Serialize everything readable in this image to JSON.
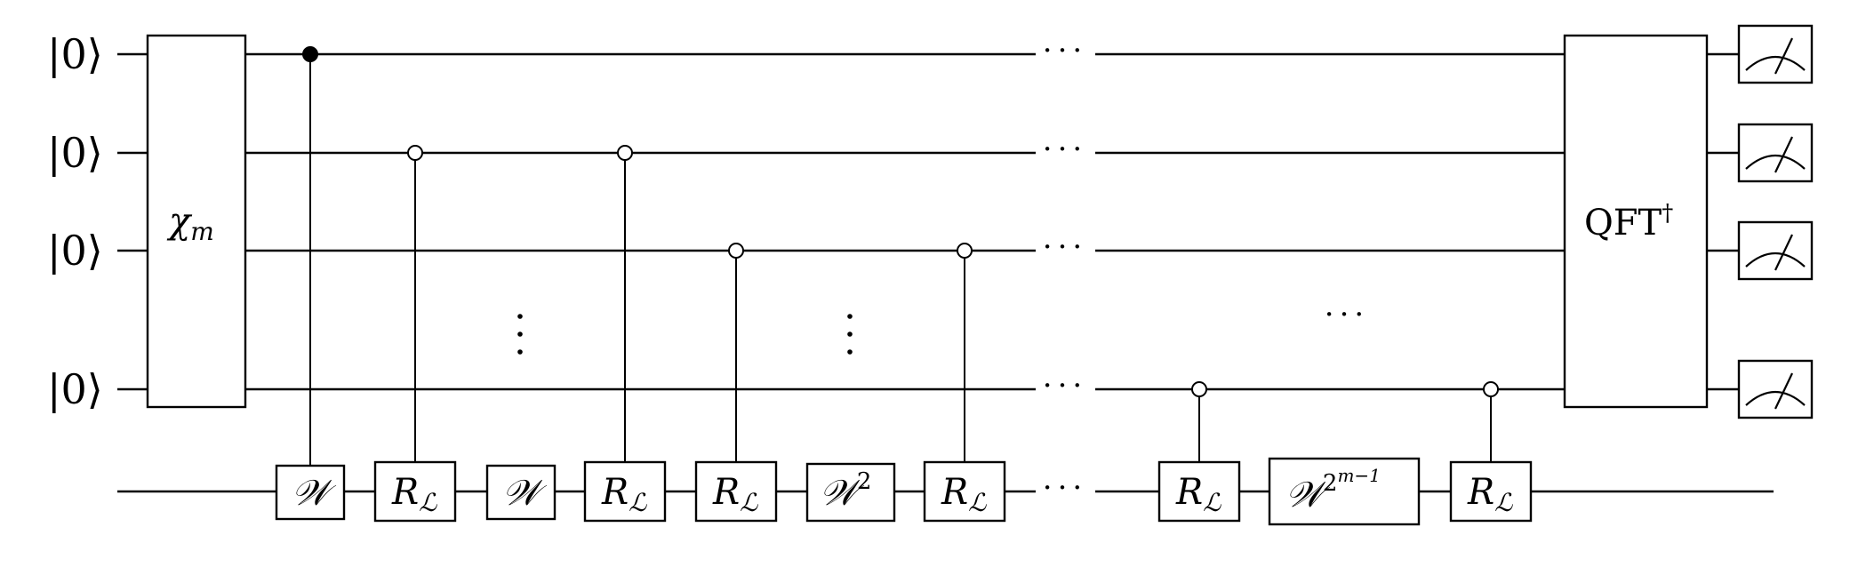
{
  "inputs": [
    "|0⟩",
    "|0⟩",
    "|0⟩",
    "|0⟩"
  ],
  "state_prep_gate": {
    "symbol": "χ",
    "subscript": "m"
  },
  "ancilla_gates": {
    "w1": "𝒲",
    "r1": "R",
    "r1_sub": "ℒ",
    "w2": "𝒲",
    "r2": "R",
    "r2_sub": "ℒ",
    "r3": "R",
    "r3_sub": "ℒ",
    "wsq": "𝒲",
    "wsq_sup": "2",
    "r4": "R",
    "r4_sub": "ℒ",
    "r5": "R",
    "r5_sub": "ℒ",
    "wlast": "𝒲",
    "wlast_sup": "2",
    "wlast_supsup": "m−1",
    "r6": "R",
    "r6_sub": "ℒ"
  },
  "qft_gate": {
    "label": "QFT",
    "sup": "†"
  },
  "ellipsis": "···",
  "vertical_ellipsis": "⋮",
  "meter_icon": "measurement-meter-icon",
  "colors": {
    "ink": "#000000",
    "background": "#ffffff"
  }
}
